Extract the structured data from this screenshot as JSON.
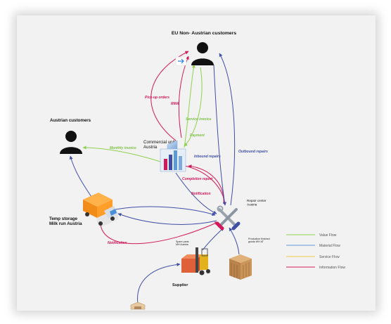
{
  "nodes": {
    "eu_customers": "EU Non- Austrian customers",
    "austrian_customers": "Austrian customers",
    "commercial_unit": "Commercial unit Austria",
    "temp_storage": "Temp storage Milk run Austria",
    "repair_center": "Repair center Austria",
    "spare_parts": "Spare parts MH Austria",
    "finished_goods": "Production finished goods WH AT",
    "supplier": "Supplier"
  },
  "flows": {
    "pick_up_orders": "Pick-up orders",
    "rma": "RMA",
    "service_invoice": "Service invoice",
    "payment": "Payment",
    "monthly_invoice": "Monthly invoice",
    "inbound_repairs": "Inbound repairs",
    "outbound_repairs": "Outbound repairs",
    "completion_report": "Completion report",
    "notification_upper": "Notification",
    "notification_lower": "Notification"
  },
  "legend": [
    {
      "label": "Value Flow",
      "color": "#8fd14f"
    },
    {
      "label": "Material Flow",
      "color": "#5b9bd5"
    },
    {
      "label": "Service Flow",
      "color": "#f2c94c"
    },
    {
      "label": "Information Flow",
      "color": "#d1185a"
    }
  ],
  "colors": {
    "information": "#d1185a",
    "material": "#3f4fa5",
    "value": "#8fd14f",
    "card_background": "#f2f2f2"
  },
  "icons": {
    "eu_customers": "person-icon",
    "austrian_customers": "person-icon",
    "commercial_unit": "office-building-icon",
    "temp_storage": "delivery-truck-icon",
    "repair_center": "tools-icon",
    "spare_parts": "forklift-icon",
    "finished_goods": "crate-icon",
    "supplier": "warehouse-icon",
    "nav_arrow": "arrow-right-icon"
  }
}
